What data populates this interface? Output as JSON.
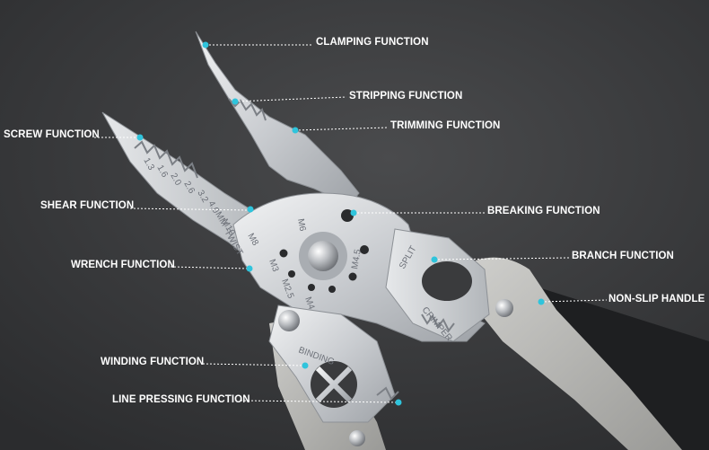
{
  "colors": {
    "background": "#3a3b3d",
    "accent_dot": "#2fc4dc",
    "label_text": "#ffffff",
    "leader_line": "#ffffff",
    "steel": "#d5d8dc",
    "handle": "#b6b6b3"
  },
  "labels": {
    "clamping": "CLAMPING FUNCTION",
    "stripping": "STRIPPING FUNCTION",
    "trimming": "TRIMMING FUNCTION",
    "screw": "SCREW FUNCTION",
    "shear": "SHEAR FUNCTION",
    "breaking": "BREAKING FUNCTION",
    "branch": "BRANCH FUNCTION",
    "wrench": "WRENCH FUNCTION",
    "nonslip": "NON-SLIP HANDLE",
    "winding": "WINDING FUNCTION",
    "line_pressing": "LINE PRESSING FUNCTION"
  },
  "tool_markings": {
    "gauge_1": "1.3",
    "gauge_2": "1.6",
    "gauge_3": "2.0",
    "gauge_4": "2.6",
    "gauge_5": "3.2",
    "gauge_6": "4.0",
    "mm": "MM",
    "m10": "M10",
    "twist": "TWIST",
    "m8": "M8",
    "m6": "M6",
    "m3": "M3",
    "m2_5": "M2.5",
    "m4": "M4",
    "m4_5": "M4.5",
    "split": "SPLIT",
    "crimper": "CRIMPER",
    "binding": "BINDING"
  }
}
